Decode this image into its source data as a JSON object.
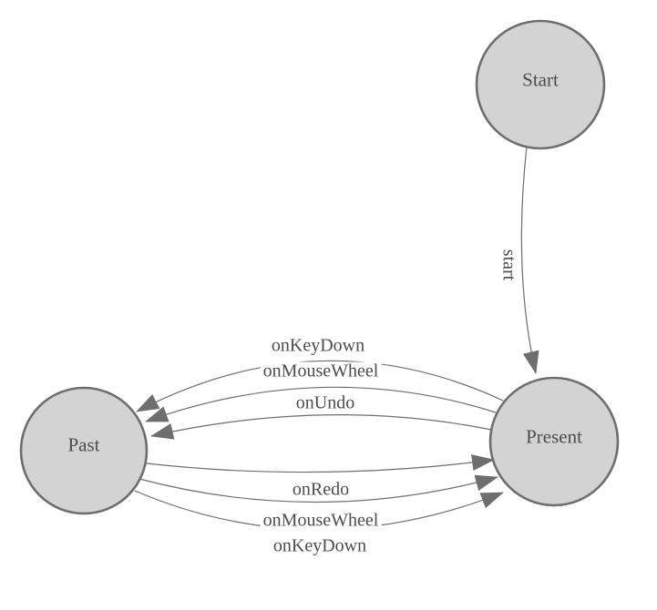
{
  "diagram": {
    "type": "state-machine",
    "nodes": [
      {
        "id": "start",
        "label": "Start"
      },
      {
        "id": "present",
        "label": "Present"
      },
      {
        "id": "past",
        "label": "Past"
      }
    ],
    "edges": [
      {
        "from": "start",
        "to": "present",
        "label": "start"
      },
      {
        "from": "present",
        "to": "past",
        "label": "onKeyDown"
      },
      {
        "from": "present",
        "to": "past",
        "label": "onMouseWheel"
      },
      {
        "from": "present",
        "to": "past",
        "label": "onUndo"
      },
      {
        "from": "past",
        "to": "present",
        "label": "onRedo"
      },
      {
        "from": "past",
        "to": "present",
        "label": "onMouseWheel"
      },
      {
        "from": "past",
        "to": "present",
        "label": "onKeyDown"
      }
    ]
  },
  "colors": {
    "canvas_bg": "#ffffff",
    "node_fill": "#d3d3d3",
    "node_stroke": "#6e6e6e",
    "edge_stroke": "#6e6e6e",
    "label_text": "#4d4d4d"
  }
}
